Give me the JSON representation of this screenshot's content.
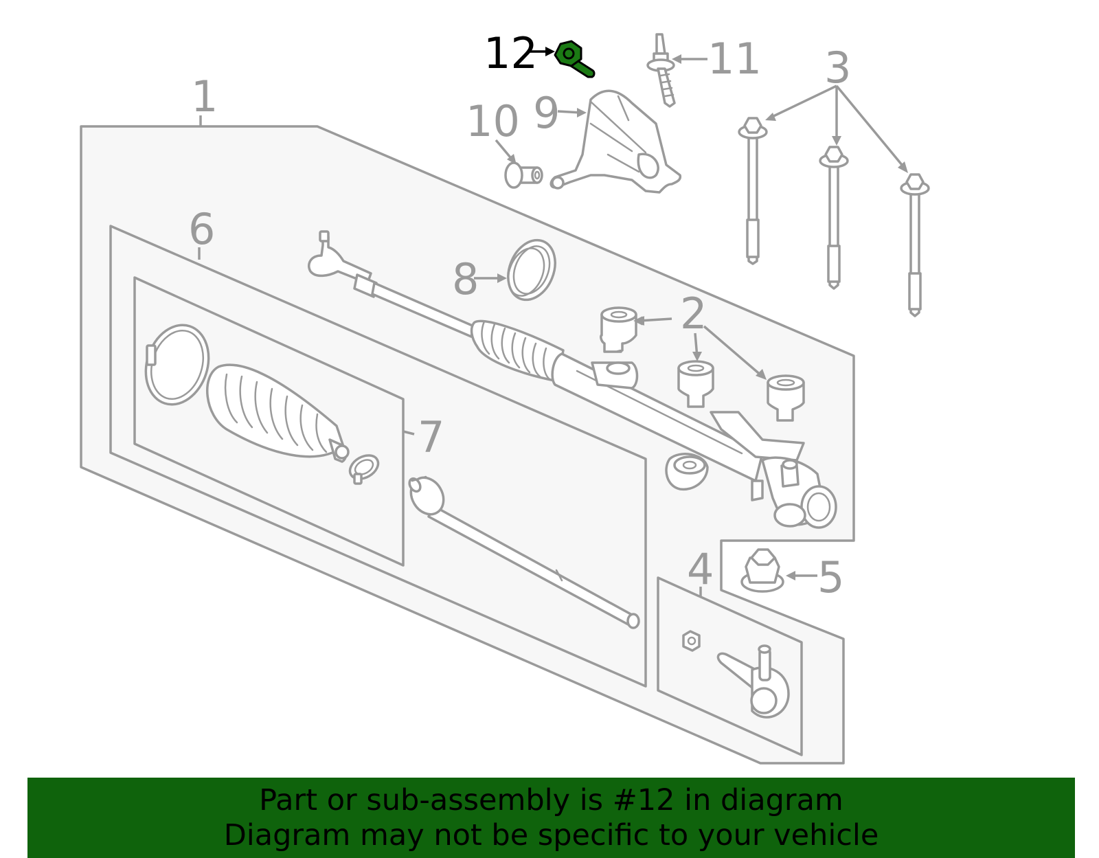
{
  "diagram": {
    "callouts": [
      {
        "id": "1",
        "label": "1"
      },
      {
        "id": "2",
        "label": "2"
      },
      {
        "id": "3",
        "label": "3"
      },
      {
        "id": "4",
        "label": "4"
      },
      {
        "id": "5",
        "label": "5"
      },
      {
        "id": "6",
        "label": "6"
      },
      {
        "id": "7",
        "label": "7"
      },
      {
        "id": "8",
        "label": "8"
      },
      {
        "id": "9",
        "label": "9"
      },
      {
        "id": "10",
        "label": "10"
      },
      {
        "id": "11",
        "label": "11"
      },
      {
        "id": "12",
        "label": "12"
      }
    ],
    "highlighted_part": "12",
    "colors": {
      "outline": "#9a9a9a",
      "panel_fill": "#f7f7f7",
      "highlight_part": "#1b7a14",
      "banner": "#0f630c",
      "text": "#000000"
    }
  },
  "banner": {
    "line1": "Part or sub-assembly is #12 in diagram",
    "line2": "Diagram may not be specific to your vehicle"
  }
}
